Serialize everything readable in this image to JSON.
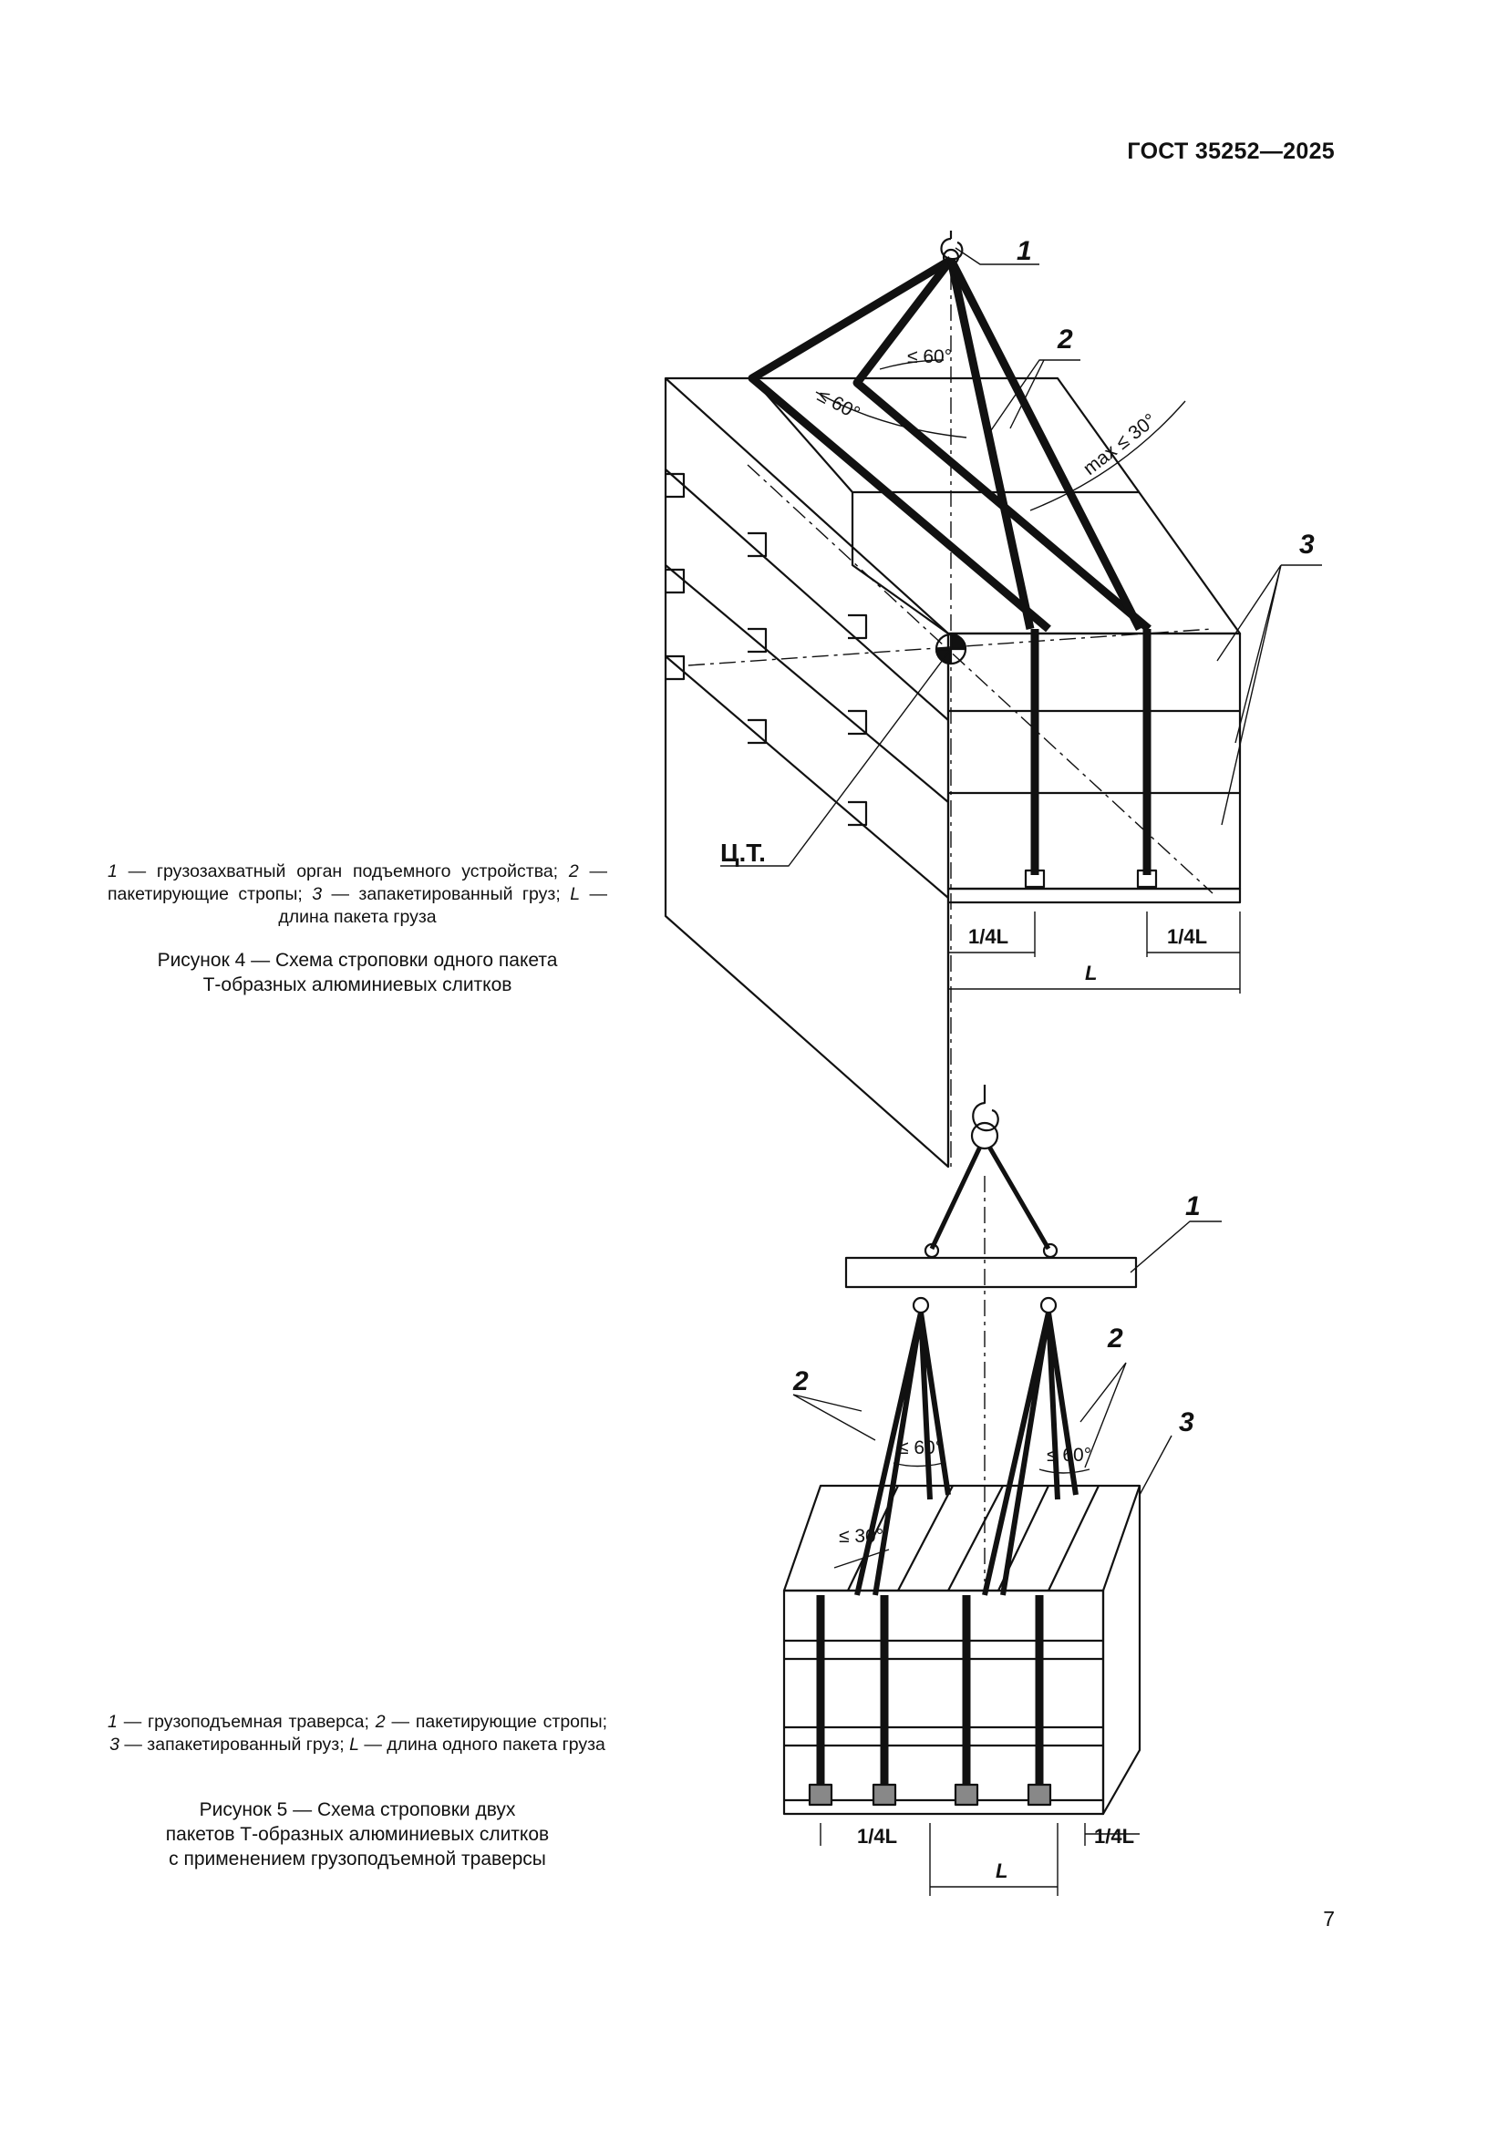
{
  "header": {
    "standard_code": "ГОСТ 35252—2025"
  },
  "figure4": {
    "legend": [
      {
        "num": "1",
        "text": " — грузозахватный орган подъемного устройства; "
      },
      {
        "num": "2",
        "text": " — пакетирующие стропы; "
      },
      {
        "num": "3",
        "text": " — запакетированный груз; "
      },
      {
        "num": "L",
        "text": " — длина пакета груза"
      }
    ],
    "caption_line1": "Рисунок 4 — Схема строповки одного пакета",
    "caption_line2": "Т-образных алюминиевых слитков",
    "callouts": {
      "c1": "1",
      "c2": "2",
      "c3": "3",
      "cg": "Ц.Т."
    },
    "angles": {
      "a1": "≤ 60°",
      "a2": "≤ 60°",
      "a3": "max ≤ 30°"
    },
    "dimensions": {
      "quarter_left": "1/4L",
      "quarter_right": "1/4L",
      "length": "L"
    }
  },
  "figure5": {
    "legend": [
      {
        "num": "1",
        "text": " — грузоподъемная траверса; "
      },
      {
        "num": "2",
        "text": " — пакетирующие стропы; "
      },
      {
        "num": "3",
        "text": " — запакетированный груз; "
      },
      {
        "num": "L",
        "text": " — длина одного пакета груза"
      }
    ],
    "caption_line1": "Рисунок 5 — Схема строповки двух",
    "caption_line2": "пакетов Т-образных алюминиевых слитков",
    "caption_line3": "с применением грузоподъемной траверсы",
    "callouts": {
      "c1": "1",
      "c2a": "2",
      "c2b": "2",
      "c3": "3"
    },
    "angles": {
      "a1": "≤ 60°",
      "a2": "≤ 60°",
      "a3": "≤ 30°"
    },
    "dimensions": {
      "quarter_left": "1/4L",
      "quarter_right": "1/4L",
      "length": "L"
    }
  },
  "footer": {
    "page_number": "7"
  }
}
